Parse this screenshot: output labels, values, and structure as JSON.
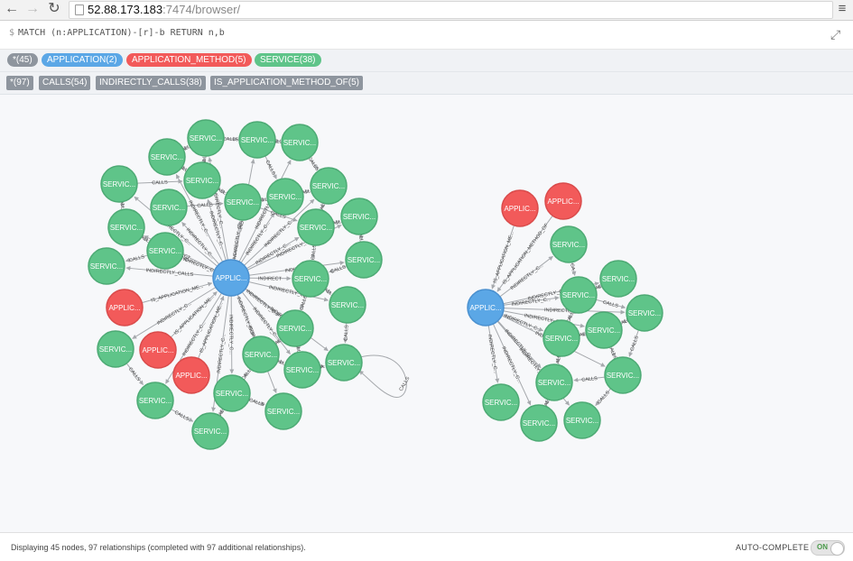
{
  "browser": {
    "back_icon": "arrow-left-icon",
    "forward_icon": "arrow-right-icon",
    "reload_icon": "reload-icon",
    "url_host": "52.88.173.183",
    "url_rest": ":7474/browser/",
    "star_icon": "star-icon",
    "menu_icon": "hamburger-icon"
  },
  "query": {
    "prompt": "$",
    "text": "MATCH (n:APPLICATION)-[r]-b RETURN n,b",
    "collapse_icon": "collapse-icon"
  },
  "labels": [
    {
      "text": "*(45)",
      "color": "#8e959e"
    },
    {
      "text": "APPLICATION(2)",
      "color": "#5ba7e6"
    },
    {
      "text": "APPLICATION_METHOD(5)",
      "color": "#f25a5a"
    },
    {
      "text": "SERVICE(38)",
      "color": "#5fc489"
    }
  ],
  "relationships": [
    {
      "text": "*(97)"
    },
    {
      "text": "CALLS(54)"
    },
    {
      "text": "INDIRECTLY_CALLS(38)"
    },
    {
      "text": "IS_APPLICATION_METHOD_OF(5)"
    }
  ],
  "graph": {
    "colors": {
      "application": "#5ba7e6",
      "method": "#f25a5a",
      "service": "#5fc489"
    },
    "node_text": {
      "application": "APPLIC...",
      "method": "APPLIC...",
      "service": "SERVIC..."
    },
    "edge_labels": {
      "calls": "CALLS",
      "indirect": "INDIRECTLY_C...",
      "indirect_short": "INDIRECT",
      "indirect_full": "INDIRECTLY_CALLS",
      "method_of": "IS_APPLICATION_ME...",
      "method_of_full": "IS_APPLICATION_METHOD_OF",
      "ca": "CA..."
    }
  },
  "footer": {
    "status": "Displaying 45 nodes, 97 relationships (completed with 97 additional relationships).",
    "autocomplete_label": "AUTO-COMPLETE",
    "toggle_label": "ON"
  }
}
